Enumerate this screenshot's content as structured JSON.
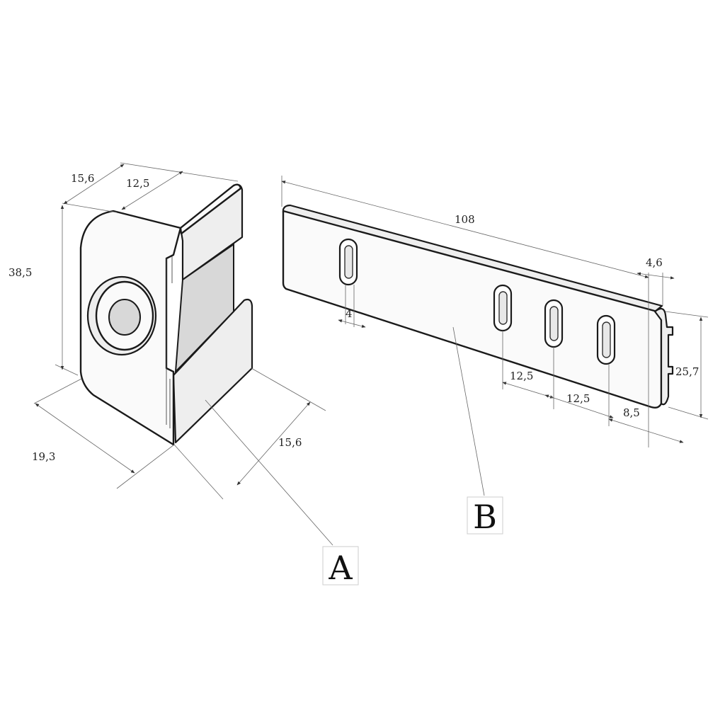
{
  "parts": [
    {
      "letter": "A"
    },
    {
      "letter": "B"
    }
  ],
  "dimensions": {
    "a_top_depth": "15,6",
    "a_top_width": "12,5",
    "a_height": "38,5",
    "a_base_width": "19,3",
    "a_base_depth": "15,6",
    "b_length": "108",
    "b_thickness": "4,6",
    "b_slot_width": "4",
    "b_slot_pitch_1": "12,5",
    "b_slot_pitch_2": "12,5",
    "b_end_offset": "8,5",
    "b_height": "25,7"
  }
}
